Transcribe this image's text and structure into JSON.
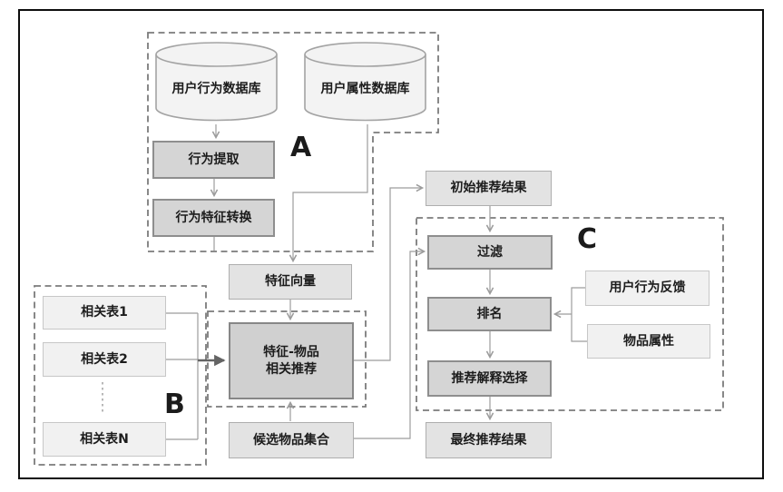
{
  "diagram": {
    "groups": {
      "a": {
        "label": "A"
      },
      "b": {
        "label": "B"
      },
      "c": {
        "label": "C"
      }
    },
    "nodes": {
      "user_behavior_db": {
        "label": "用户行为数据库",
        "shape": "cylinder"
      },
      "user_attribute_db": {
        "label": "用户属性数据库",
        "shape": "cylinder"
      },
      "behavior_extraction": {
        "label": "行为提取"
      },
      "behavior_feature_conversion": {
        "label": "行为特征转换"
      },
      "feature_vector": {
        "label": "特征向量"
      },
      "related_table_1": {
        "label": "相关表1"
      },
      "related_table_2": {
        "label": "相关表2"
      },
      "related_table_n": {
        "label": "相关表N"
      },
      "feature_item_recommendation": {
        "label": "特征-物品\n相关推荐"
      },
      "candidate_item_set": {
        "label": "候选物品集合"
      },
      "initial_results": {
        "label": "初始推荐结果"
      },
      "filter": {
        "label": "过滤"
      },
      "ranking": {
        "label": "排名"
      },
      "user_behavior_feedback": {
        "label": "用户行为反馈"
      },
      "item_attributes": {
        "label": "物品属性"
      },
      "explanation_selection": {
        "label": "推荐解释选择"
      },
      "final_results": {
        "label": "最终推荐结果"
      }
    },
    "colors": {
      "process_fill": "#d5d5d5",
      "process_border": "#8e8e8e",
      "result_fill": "#e3e3e3",
      "result_border": "#aeaeae",
      "input_fill": "#f1f1f1",
      "input_border": "#c7c7c7",
      "line": "#9c9c9c",
      "thick_line": "#646464",
      "dashed_region": "#7b7b7b",
      "frame": "#0d0d0d"
    }
  }
}
